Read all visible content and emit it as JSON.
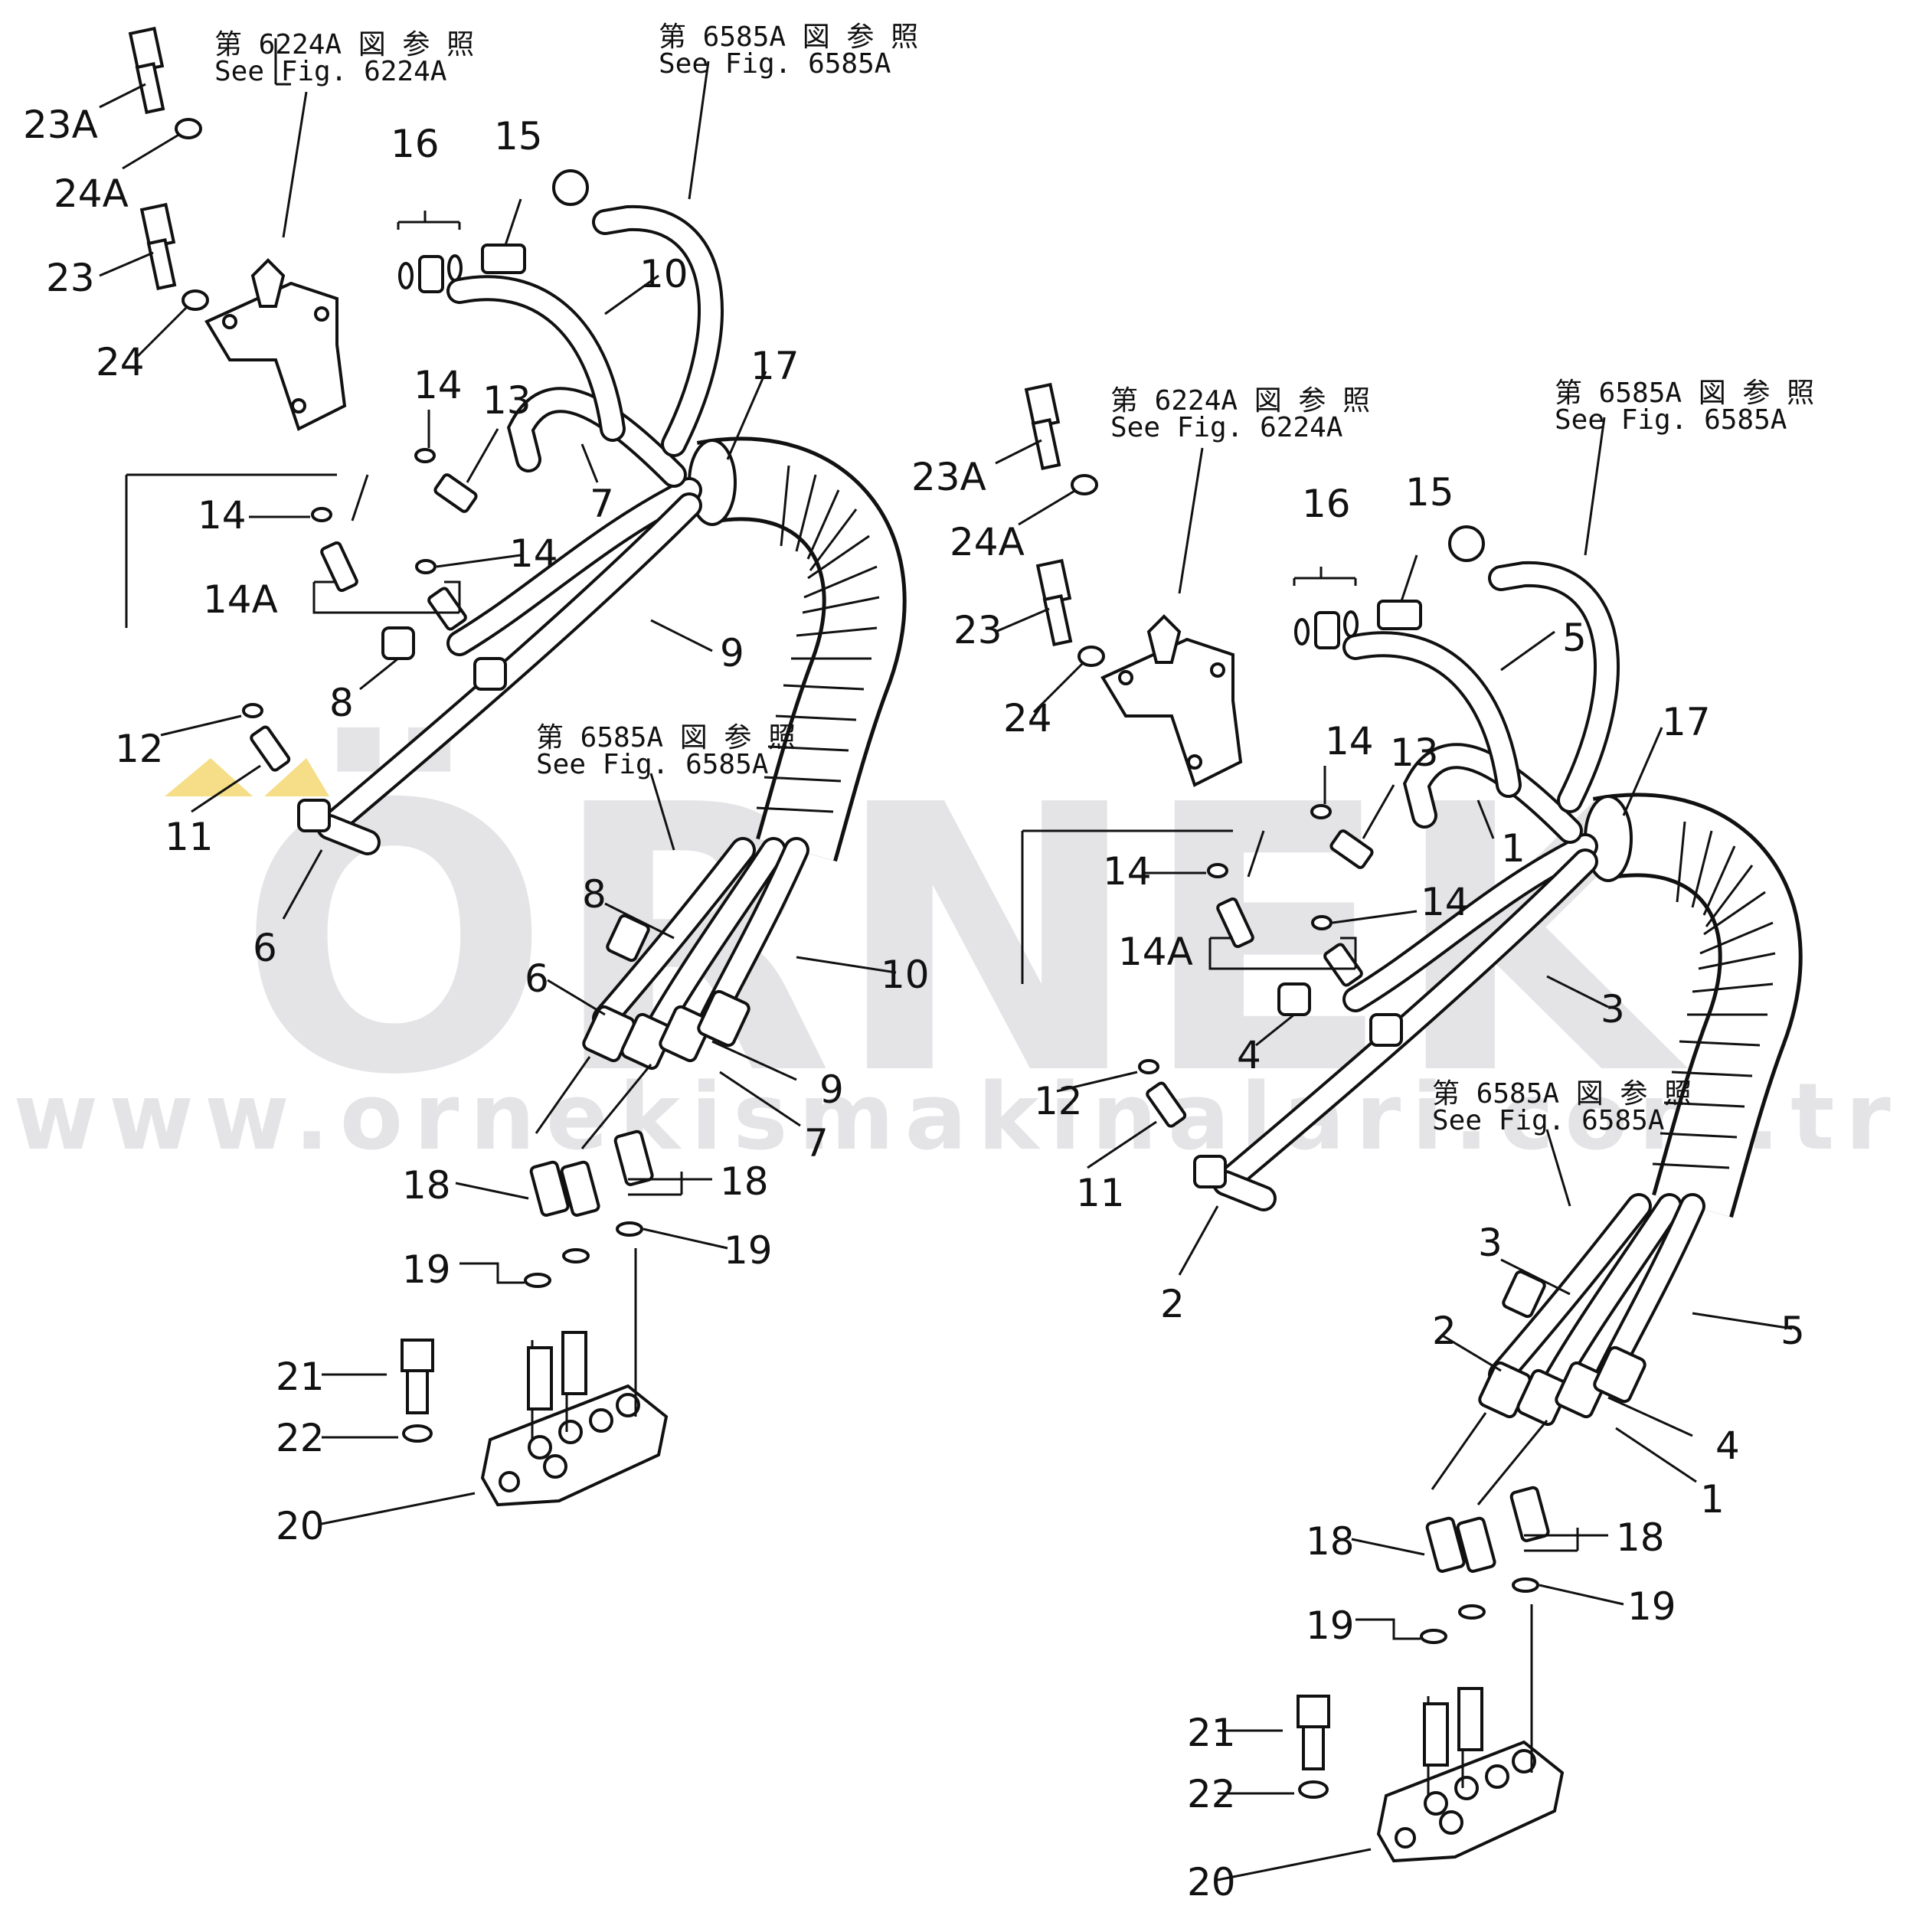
{
  "watermark": {
    "brand": "ÖRNEK",
    "url": "www.ornekismakinalari.com.tr",
    "accent_color": "#f4d46a"
  },
  "left_assembly": {
    "refs": [
      {
        "jp": "第 6224A 図 参 照",
        "en": "See Fig. 6224A"
      },
      {
        "jp": "第 6585A 図 参 照",
        "en": "See Fig. 6585A"
      },
      {
        "jp": "第 6585A 図 参 照",
        "en": "See Fig. 6585A"
      }
    ],
    "labels": [
      "23A",
      "24A",
      "23",
      "24",
      "16",
      "15",
      "10",
      "17",
      "14",
      "13",
      "7",
      "14",
      "14",
      "14A",
      "9",
      "8",
      "12",
      "11",
      "6",
      "8",
      "6",
      "10",
      "9",
      "7",
      "18",
      "18",
      "19",
      "19",
      "21",
      "22",
      "20"
    ]
  },
  "right_assembly": {
    "refs": [
      {
        "jp": "第 6224A 図 参 照",
        "en": "See Fig. 6224A"
      },
      {
        "jp": "第 6585A 図 参 照",
        "en": "See Fig. 6585A"
      },
      {
        "jp": "第 6585A 図 参 照",
        "en": "See Fig. 6585A"
      }
    ],
    "labels": [
      "23A",
      "24A",
      "23",
      "24",
      "16",
      "15",
      "5",
      "17",
      "14",
      "13",
      "1",
      "14",
      "14",
      "14A",
      "3",
      "4",
      "12",
      "11",
      "2",
      "3",
      "2",
      "5",
      "4",
      "1",
      "18",
      "18",
      "19",
      "19",
      "21",
      "22",
      "20"
    ]
  }
}
